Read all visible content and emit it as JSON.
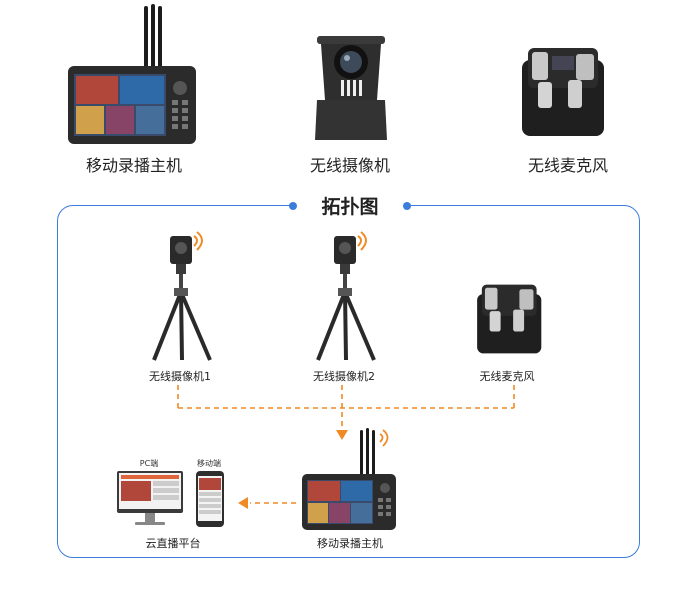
{
  "devices_top": [
    {
      "label": "移动录播主机",
      "icon": "broadcast-host-icon"
    },
    {
      "label": "无线摄像机",
      "icon": "ptz-camera-icon"
    },
    {
      "label": "无线麦克风",
      "icon": "wireless-mic-icon"
    }
  ],
  "topology": {
    "title": "拓扑图",
    "nodes": {
      "camera1": "无线摄像机1",
      "camera2": "无线摄像机2",
      "mic": "无线麦克风",
      "host": "移动录播主机",
      "cloud": "云直播平台",
      "pc": "PC端",
      "mobile": "移动端"
    }
  },
  "colors": {
    "frame": "#3b7ddd",
    "connector": "#f08a24",
    "device_dark": "#2b2b2b"
  }
}
